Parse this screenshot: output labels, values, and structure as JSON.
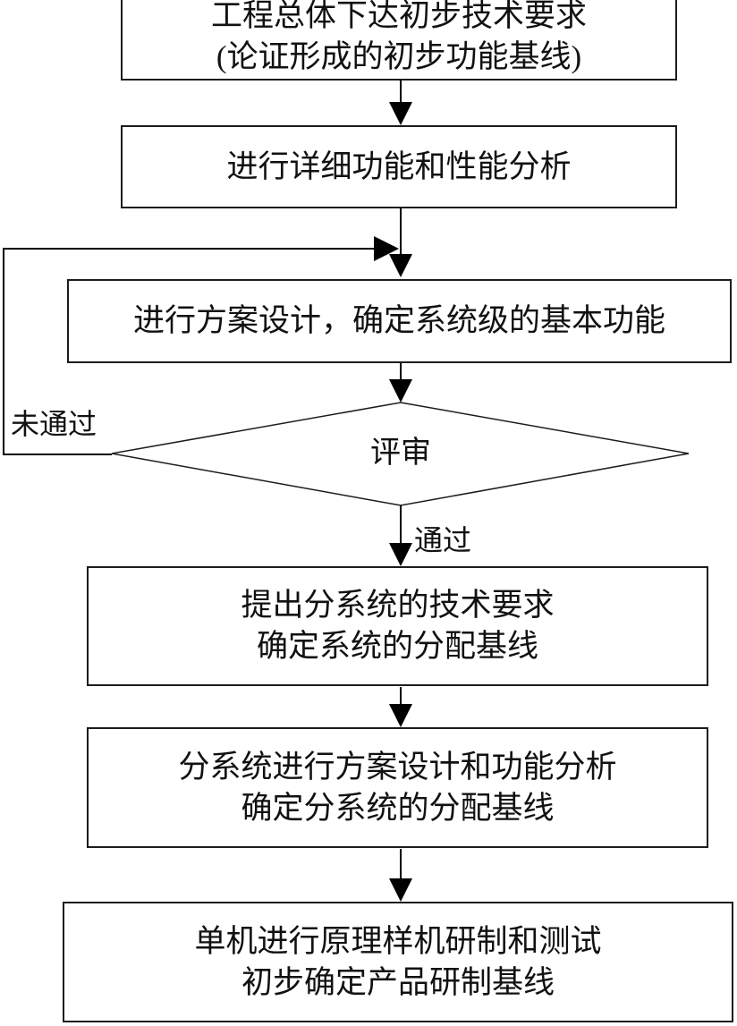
{
  "flowchart": {
    "background_color": "#ffffff",
    "line_color": "#000000",
    "text_color": "#111111",
    "nodes": {
      "box1": {
        "shape": "rect",
        "lines": [
          "工程总体下达初步技术要求",
          "(论证形成的初步功能基线)"
        ]
      },
      "box2": {
        "shape": "rect",
        "lines": [
          "进行详细功能和性能分析"
        ]
      },
      "box3": {
        "shape": "rect",
        "lines": [
          "进行方案设计，确定系统级的基本功能"
        ]
      },
      "diamond": {
        "shape": "diamond",
        "label": "评审"
      },
      "box4": {
        "shape": "rect",
        "lines": [
          "提出分系统的技术要求",
          "确定系统的分配基线"
        ]
      },
      "box5": {
        "shape": "rect",
        "lines": [
          "分系统进行方案设计和功能分析",
          "确定分系统的分配基线"
        ]
      },
      "box6": {
        "shape": "rect",
        "lines": [
          "单机进行原理样机研制和测试",
          "初步确定产品研制基线"
        ]
      }
    },
    "edge_labels": {
      "fail": "未通过",
      "pass": "通过"
    },
    "edges": [
      {
        "from": "box1",
        "to": "box2"
      },
      {
        "from": "box2",
        "to": "box3"
      },
      {
        "from": "box3",
        "to": "diamond"
      },
      {
        "from": "diamond",
        "to": "box4",
        "label": "通过"
      },
      {
        "from": "diamond",
        "to": "box3",
        "label": "未通过",
        "route": "left-feedback-loop"
      },
      {
        "from": "box4",
        "to": "box5"
      },
      {
        "from": "box5",
        "to": "box6"
      }
    ]
  }
}
